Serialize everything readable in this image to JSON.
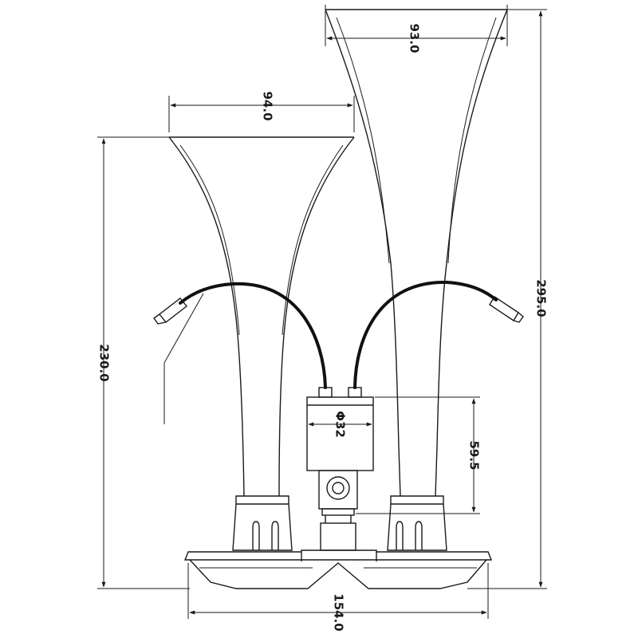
{
  "dimensions": {
    "small_horn_bell_width": "94.0",
    "large_horn_bell_width": "93.0",
    "small_horn_height": "230.0",
    "large_horn_height": "295.0",
    "solenoid_diameter": "Φ32",
    "solenoid_height": "59.5",
    "base_width": "154.0"
  }
}
